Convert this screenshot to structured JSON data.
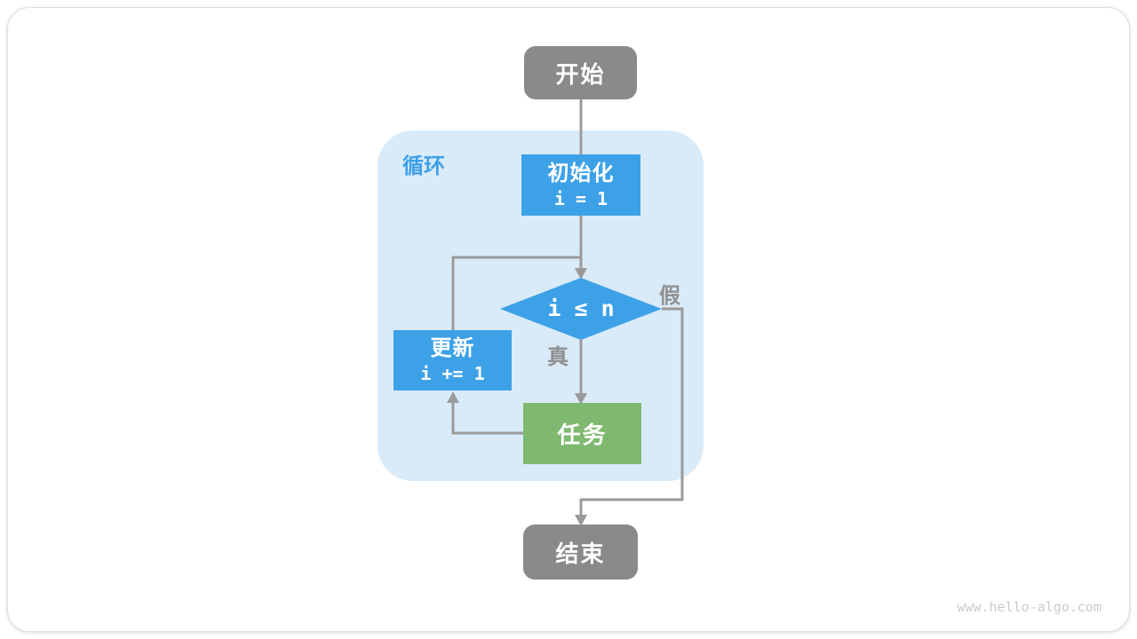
{
  "page": {
    "watermark": "www.hello-algo.com"
  },
  "palette": {
    "node_gray": "#8a8a8a",
    "node_blue": "#3da1e8",
    "node_green": "#7fb96f",
    "loop_bg": "#d9eaf8",
    "loop_label_color": "#3da1e8",
    "edge_gray": "#9a9a9a",
    "branch_label_color": "#909090",
    "watermark_color": "#cbcbcb"
  },
  "flowchart": {
    "loop_label": "循环",
    "nodes": {
      "start": {
        "label": "开始"
      },
      "init": {
        "label": "初始化",
        "code": "i = 1"
      },
      "condition": {
        "label": "i ≤ n"
      },
      "update": {
        "label": "更新",
        "code": "i += 1"
      },
      "task": {
        "label": "任务"
      },
      "end": {
        "label": "结束"
      }
    },
    "branch_labels": {
      "true": "真",
      "false": "假"
    }
  }
}
